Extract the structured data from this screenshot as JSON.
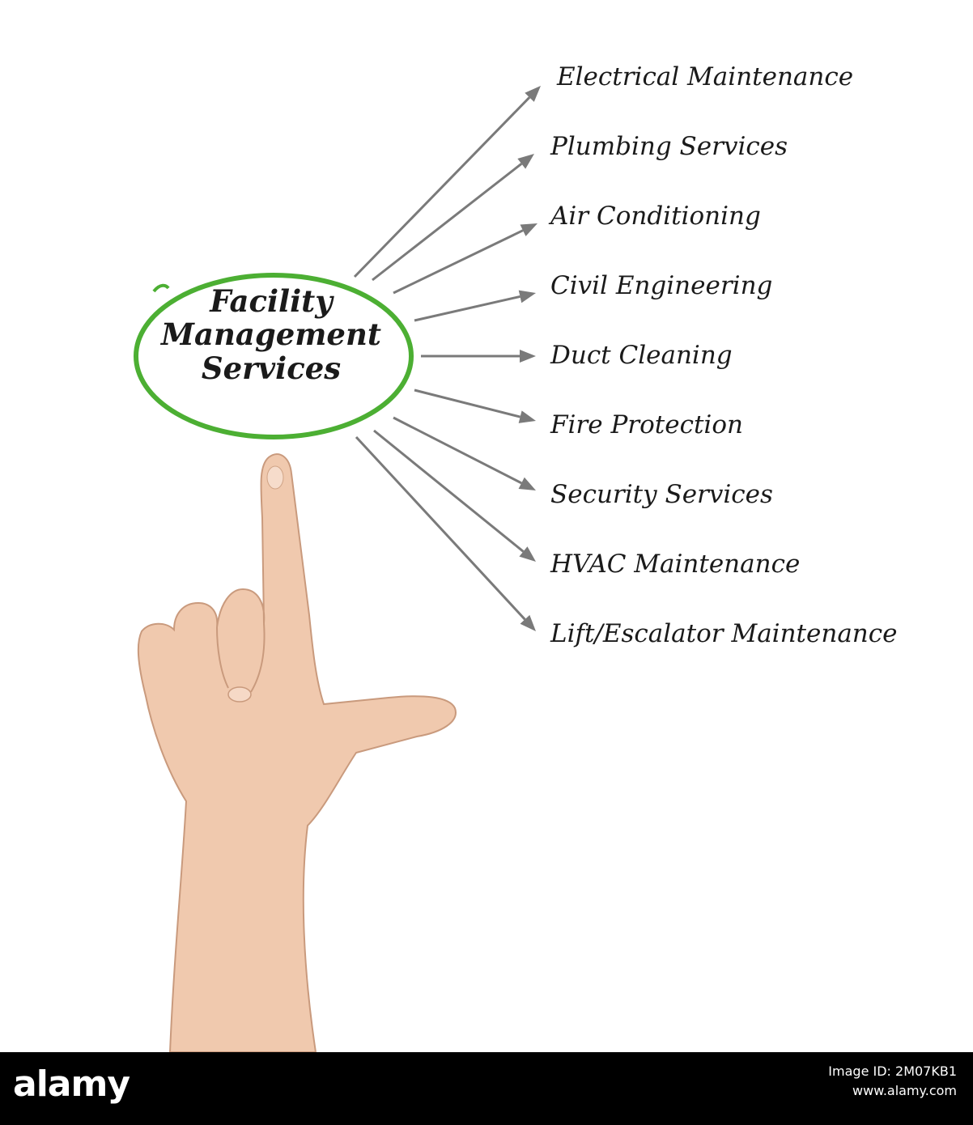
{
  "diagram": {
    "center_lines": [
      "Facility",
      "Management",
      "Services"
    ],
    "items": [
      "Electrical Maintenance",
      "Plumbing Services",
      "Air Conditioning",
      "Civil Engineering",
      "Duct Cleaning",
      "Fire Protection",
      "Security Services",
      "HVAC Maintenance",
      "Lift/Escalator Maintenance"
    ],
    "colors": {
      "ellipse": "#4caf33",
      "arrow": "#7a7a7a",
      "text": "#1a1a1a"
    }
  },
  "watermark": {
    "logo": "alamy",
    "image_id": "Image ID: 2M07KB1",
    "site": "www.alamy.com"
  }
}
